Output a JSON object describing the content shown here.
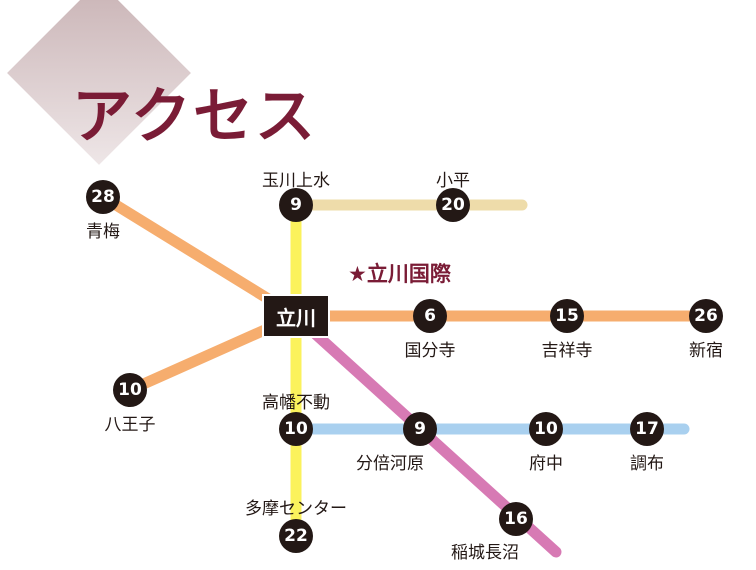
{
  "title": "アクセス",
  "destination": "★立川国際",
  "hub": {
    "label": "立川"
  },
  "colors": {
    "title_accent": "#7a1c36",
    "line_orange": "#f6ad6e",
    "line_yellow": "#fbf25c",
    "line_beige": "#eedcaa",
    "line_blue": "#a9d0ef",
    "line_pink": "#d77ab4",
    "node": "#231815"
  },
  "stations": [
    {
      "id": "oume",
      "name": "青梅",
      "minutes": "28"
    },
    {
      "id": "hachioji",
      "name": "八王子",
      "minutes": "10"
    },
    {
      "id": "tamagawajosui",
      "name": "玉川上水",
      "minutes": "9"
    },
    {
      "id": "kodaira",
      "name": "小平",
      "minutes": "20"
    },
    {
      "id": "kokubunji",
      "name": "国分寺",
      "minutes": "6"
    },
    {
      "id": "kichijoji",
      "name": "吉祥寺",
      "minutes": "15"
    },
    {
      "id": "shinjuku",
      "name": "新宿",
      "minutes": "26"
    },
    {
      "id": "takahatafudo",
      "name": "高幡不動",
      "minutes": "10"
    },
    {
      "id": "bubaigawara",
      "name": "分倍河原",
      "minutes": "9"
    },
    {
      "id": "fuchu",
      "name": "府中",
      "minutes": "10"
    },
    {
      "id": "chofu",
      "name": "調布",
      "minutes": "17"
    },
    {
      "id": "tamacenter",
      "name": "多摩センター",
      "minutes": "22"
    },
    {
      "id": "inagi",
      "name": "稲城長沼",
      "minutes": "16"
    }
  ]
}
